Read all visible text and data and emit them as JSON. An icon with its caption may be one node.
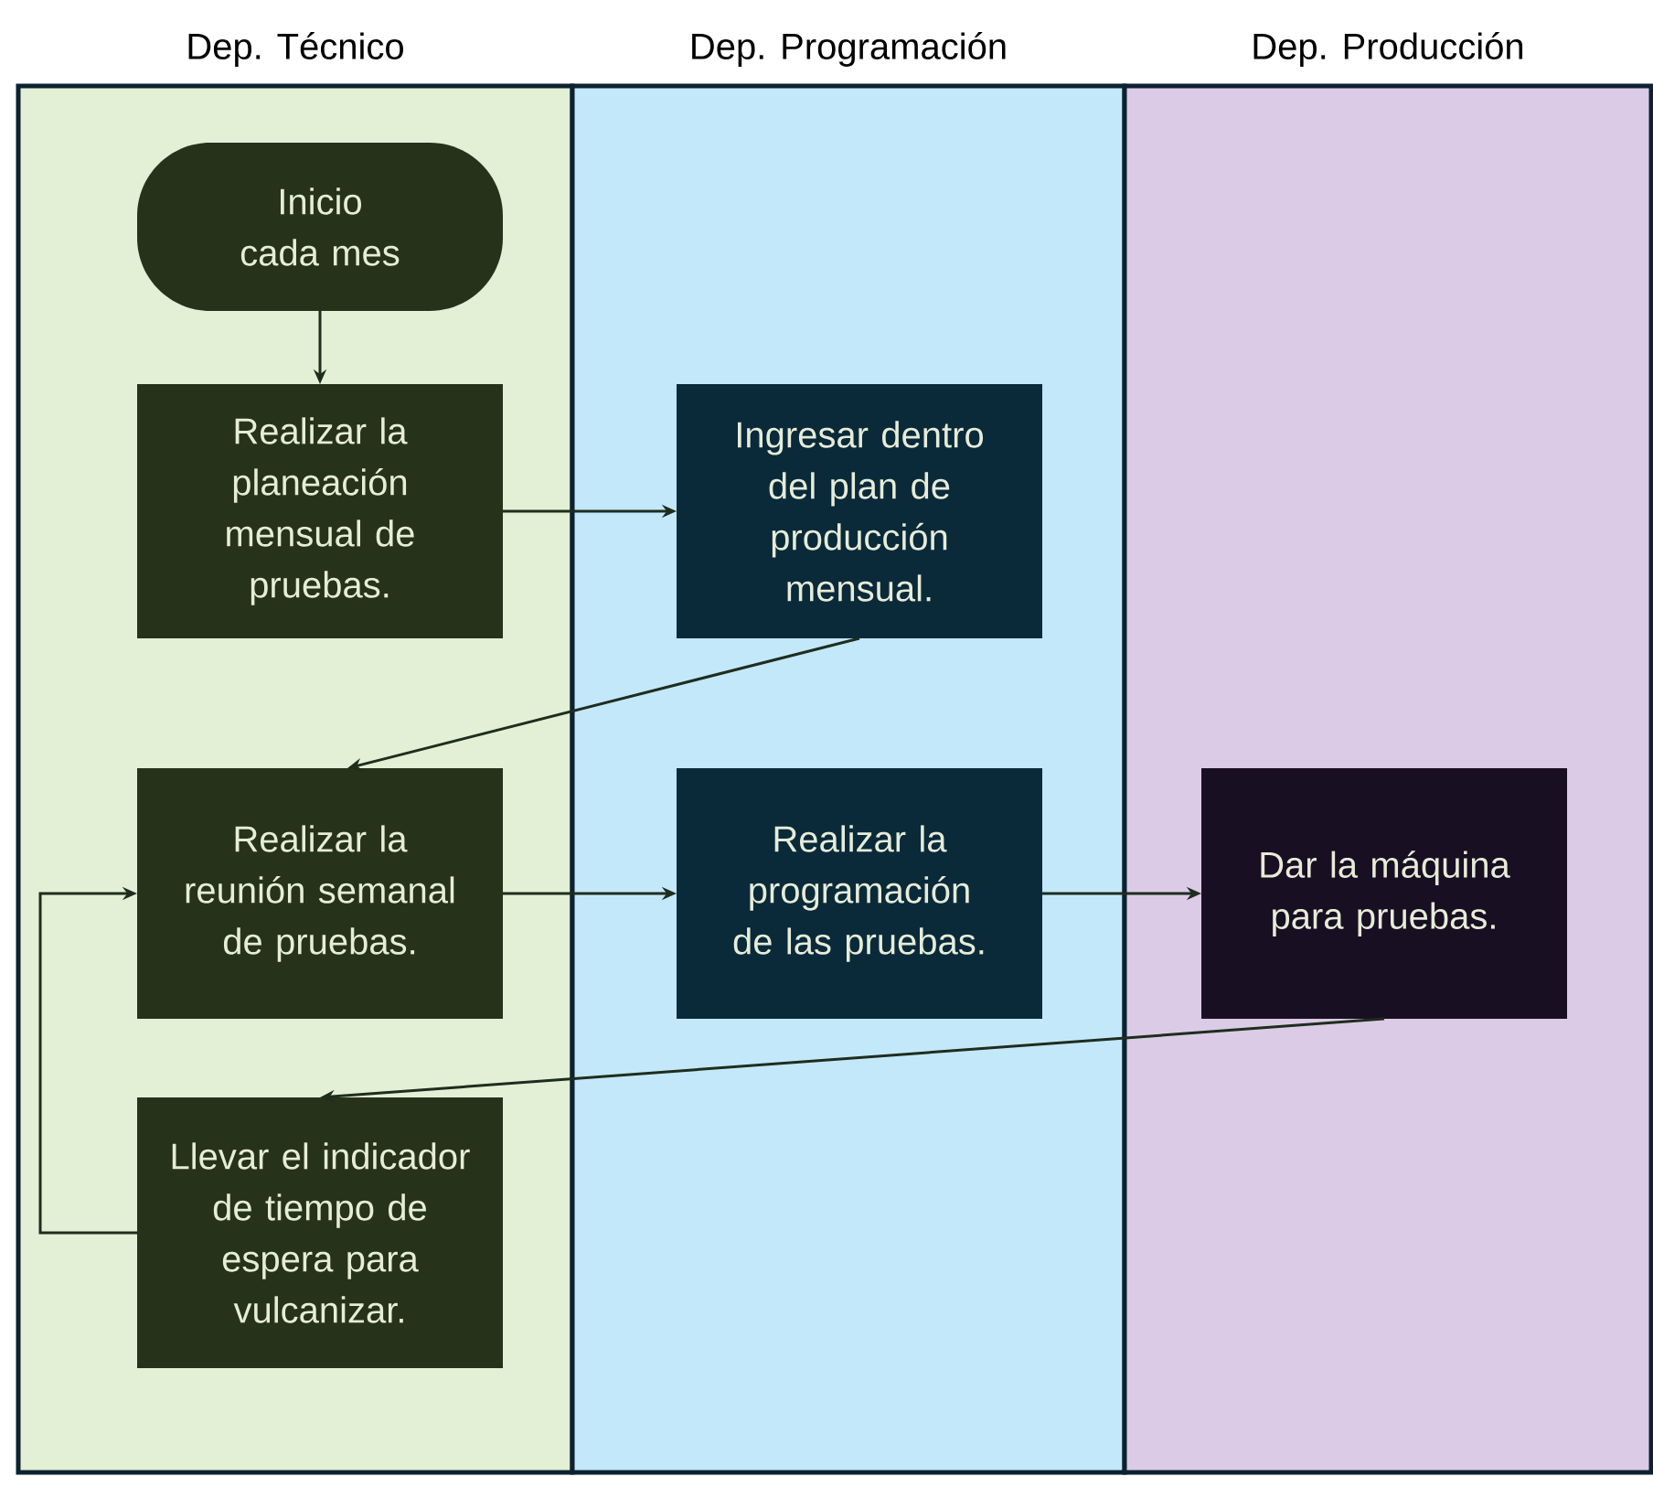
{
  "diagram": {
    "nodes": [
      {
        "text": [
          "Dep. Técnico"
        ]
      },
      {
        "text": [
          "Dep. Programación"
        ]
      },
      {
        "text": [
          "Dep. Producción"
        ]
      },
      {
        "text": [
          "Inicio cada mes"
        ],
        "in": 0
      },
      {
        "text": [
          "Realizar la planeación mensual de pruebas."
        ],
        "in": 0
      },
      {
        "text": [
          "Ingresar dentro del plan de producción mensual."
        ],
        "in": 1
      },
      {
        "text": [
          "Realizar la reunión semanal de pruebas."
        ],
        "in": 0
      },
      {
        "text": [
          "Realizar la programación de las pruebas."
        ],
        "in": 1
      },
      {
        "text": [
          "Dar la máquina para pruebas."
        ],
        "in": 2
      },
      {
        "text": [
          "Llevar el indicador de tiempo de espera para vulcanizar."
        ],
        "in": 0
      }
    ],
    "edges": [
      {
        "from": 3,
        "to": 4,
        "arrow": "to"
      },
      {
        "from": 4,
        "to": 5,
        "arrow": "to"
      },
      {
        "from": 5,
        "to": 6,
        "arrow": "to"
      },
      {
        "from": 6,
        "to": 7,
        "arrow": "to"
      },
      {
        "from": 7,
        "to": 8,
        "arrow": "to"
      },
      {
        "from": 8,
        "to": 9,
        "arrow": "to"
      },
      {
        "from": 9,
        "to": 6,
        "arrow": "to"
      }
    ]
  }
}
